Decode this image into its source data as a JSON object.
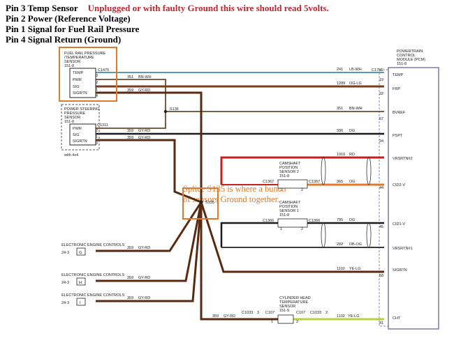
{
  "header_lines": [
    {
      "label": "Pin 3 Temp Sensor",
      "note": "Unplugged or with faulty Ground this wire should read 5volts."
    },
    {
      "label": "Pin 2 Power (Reference Voltage)"
    },
    {
      "label": "Pin 1 Signal for Fuel Rail Pressure"
    },
    {
      "label": "Pin 4 Signal Return (Ground)"
    }
  ],
  "splice_note": "Splice S135 is where a bunch of sensors Ground together.",
  "colors": {
    "annotation_orange": "#e07a2a",
    "red_text": "#c0262c",
    "pcm_border": "#8a80a8",
    "wire_brown": "#7a3e1e",
    "wire_blue": "#5a9ab8",
    "wire_red": "#c81e1e",
    "wire_green": "#b8d040"
  },
  "fuel_rail_sensor": {
    "title_lines": [
      "FUEL RAIL PRESSURE",
      "/TEMPERATURE",
      "SENSOR",
      "151-8"
    ],
    "connector": "C1475",
    "pins": [
      "TEMP",
      "PWR",
      "SIG",
      "SIGRTN"
    ],
    "pin_numbers": [
      "3",
      "2",
      "1",
      "4"
    ]
  },
  "power_steering_sensor": {
    "title_lines": [
      "POWER STEERING",
      "PRESSURE",
      "SENSOR",
      "151-8"
    ],
    "connector": "C1311",
    "pins": [
      "PWR",
      "SIG",
      "SIGRTN"
    ],
    "pin_numbers": [
      "2",
      "1",
      "3"
    ],
    "footnote": "with 4x4"
  },
  "pcm": {
    "title_lines": [
      "POWERTRAIN",
      "CONTROL",
      "MODULE (PCM)",
      "151-8"
    ],
    "connector": "C175E",
    "pins": [
      {
        "name": "TEMP",
        "num": "19"
      },
      {
        "name": "FRP",
        "num": "32"
      },
      {
        "name": "BVREF",
        "num": "57"
      },
      {
        "name": "PSPT",
        "num": "24"
      },
      {
        "name": "VRSRTN#2",
        "num": ""
      },
      {
        "name": "CID2-V",
        "num": "44"
      },
      {
        "name": "CID1-V",
        "num": "45"
      },
      {
        "name": "VRSRTN#1",
        "num": ""
      },
      {
        "name": "SIGRTN",
        "num": "58"
      },
      {
        "name": "CHT",
        "num": "41"
      }
    ]
  },
  "wire_labels": [
    "351",
    "BN-WH",
    "359",
    "GY-RD",
    "241",
    "LB-WH",
    "1289",
    "OG-LG",
    "351",
    "BN-WH",
    "336",
    "DG",
    "1910",
    "RD",
    "365",
    "OG",
    "795",
    "DG",
    "282",
    "DB-OG",
    "359",
    "GY-RD",
    "359",
    "GY-RD",
    "1102",
    "YE-LG"
  ],
  "cam2": {
    "title_lines": [
      "CAMSHAFT",
      "POSITION",
      "SENSOR 2",
      "151-8"
    ],
    "connectors": [
      "C1367",
      "C1367"
    ],
    "pins": [
      "1",
      "2"
    ]
  },
  "cam1": {
    "title_lines": [
      "CAMSHAFT",
      "POSITION",
      "SENSOR 1",
      "151-8"
    ],
    "connectors": [
      "C1366",
      "C1366"
    ],
    "pins": [
      "1",
      "2"
    ]
  },
  "splices": [
    "S136",
    "S135"
  ],
  "engine_controls": [
    {
      "label": "ELECTRONIC ENGINE CONTROLS",
      "page": "24-3",
      "tag": "G",
      "circuit": "359",
      "color": "GY-RD"
    },
    {
      "label": "ELECTRONIC ENGINE CONTROLS",
      "page": "24-3",
      "tag": "H",
      "circuit": "359",
      "color": "GY-RD"
    },
    {
      "label": "ELECTRONIC ENGINE CONTROLS",
      "page": "24-3",
      "tag": "I",
      "circuit": "359",
      "color": "GY-RD"
    }
  ],
  "cht_sensor": {
    "title_lines": [
      "CYLINDER HEAD",
      "TEMPERATURE",
      "SENSOR",
      "151-9"
    ],
    "left_connectors": [
      "C1033",
      "3",
      "C107"
    ],
    "right_connectors": [
      "C107",
      "C1033",
      "2"
    ],
    "pins": [
      "1",
      "2"
    ],
    "wire_left": {
      "circuit": "359",
      "color": "GY-RD"
    },
    "wire_right": {
      "circuit": "1102",
      "color": "YE-LG"
    }
  }
}
